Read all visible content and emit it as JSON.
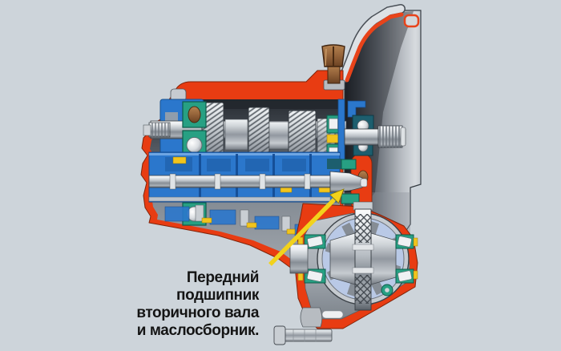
{
  "figure": {
    "type": "technical-cutaway-diagram",
    "subject_visible_text_only": true,
    "caption": {
      "lines": [
        "Передний",
        "подшипник",
        "вторичного вала",
        "и маслосборник."
      ],
      "text": "Передний подшипник вторичного вала и маслосборник."
    }
  },
  "colors": {
    "background": "#cdd4da",
    "housing_red": "#e83c12",
    "metal_light": "#d9dde0",
    "metal_dark": "#44494f",
    "component_blue": "#2b77cc",
    "bearing_teal": "#27a083",
    "detail_yellow": "#f2c41d",
    "diff_gear_blue": "#b9c9e6",
    "breather_brown": "#9a6a42",
    "arrow_yellow": "#f2d21c",
    "caption_color": "#141414"
  }
}
